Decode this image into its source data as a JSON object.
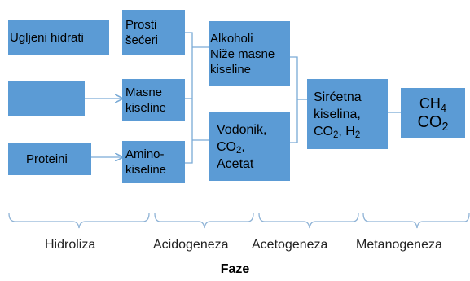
{
  "boxes": {
    "carbohydrates": "Ugljeni hidrati",
    "fats": "",
    "proteins": "Proteini",
    "simple_sugars": [
      "Prosti",
      "šećeri"
    ],
    "fatty_acids": [
      "Masne",
      "kiseline"
    ],
    "amino_acids": [
      "Amino-",
      "kiseline"
    ],
    "alcohols": [
      "Alkoholi",
      "Niže masne",
      "kiseline"
    ],
    "hydrogen": {
      "line1": "Vodonik,",
      "co2_main": "CO",
      "co2_sub": "2",
      "co2_tail": ",",
      "line3": "Acetat"
    },
    "acetic": {
      "line1": "Sirćetna",
      "line2": "kiselina,",
      "co2_main": "CO",
      "co2_sub": "2",
      "sep": ", ",
      "h2_main": "H",
      "h2_sub": "2"
    },
    "products": {
      "ch4_main": "CH",
      "ch4_sub": "4",
      "co2_main": "CO",
      "co2_sub": "2"
    }
  },
  "phases": [
    "Hidroliza",
    "Acidogeneza",
    "Acetogeneza",
    "Metanogeneza"
  ],
  "footer_title": "Faze",
  "colors": {
    "box_fill": "#5b9bd5",
    "line": "#7aaad6",
    "bracket": "#8fb3d6"
  }
}
